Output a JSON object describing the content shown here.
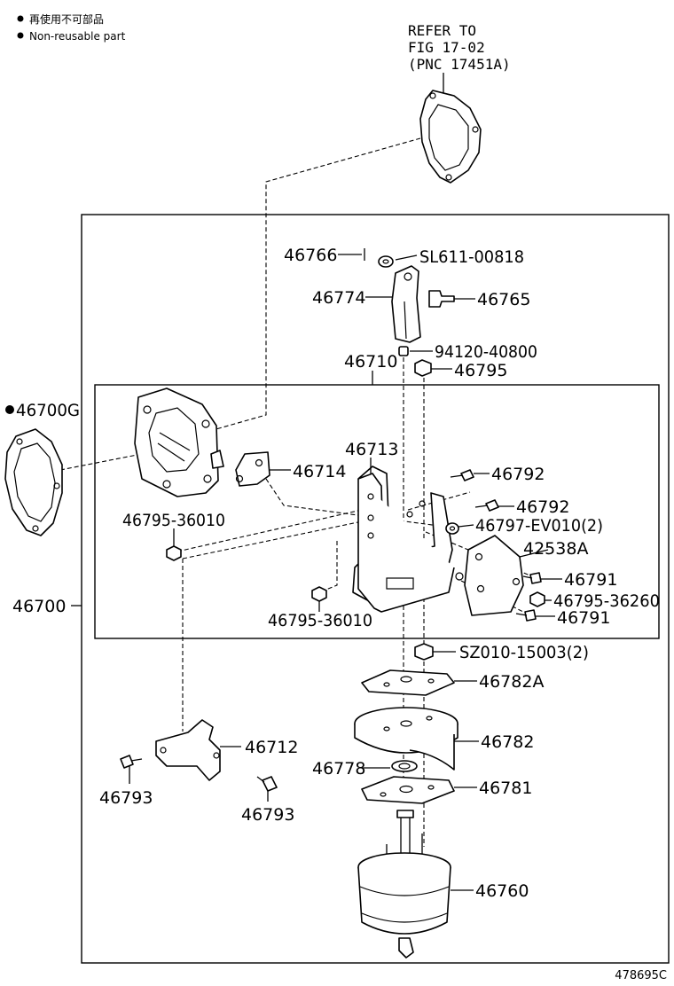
{
  "legend": {
    "line_jp": "再使用不可部品",
    "line_en": "Non-reusable part"
  },
  "refer": {
    "line1": "REFER TO",
    "line2": "FIG 17-02",
    "line3": "(PNC 17451A)"
  },
  "labels": {
    "p46766": "46766",
    "pSL611": "SL611-00818",
    "p46774": "46774",
    "p46765": "46765",
    "p94120": "94120-40800",
    "p46710": "46710",
    "p46795": "46795",
    "p46700G": "46700G",
    "p46713": "46713",
    "p46714": "46714",
    "p46792a": "46792",
    "p46792b": "46792",
    "p46797": "46797-EV010(2)",
    "p46795_36010a": "46795-36010",
    "p42538A": "42538A",
    "p46791a": "46791",
    "p46795_36260": "46795-36260",
    "p46791b": "46791",
    "p46700": "46700",
    "p46795_36010b": "46795-36010",
    "pSZ010": "SZ010-15003(2)",
    "p46782A": "46782A",
    "p46782": "46782",
    "p46712": "46712",
    "p46778": "46778",
    "p46793a": "46793",
    "p46781": "46781",
    "p46793b": "46793",
    "p46760": "46760"
  },
  "figure_id": "478695C"
}
